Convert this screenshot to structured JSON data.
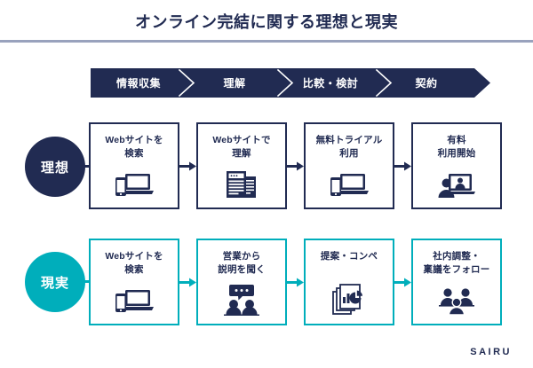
{
  "slide": {
    "title": "オンライン完結に関する理想と現実",
    "footer_logo": "SAIRU",
    "colors": {
      "navy": "#212b52",
      "teal": "#00aebb",
      "rule": "#99a2bd",
      "background": "#ffffff"
    }
  },
  "stages": {
    "items": [
      {
        "label": "情報収集"
      },
      {
        "label": "理解"
      },
      {
        "label": "比較・検討"
      },
      {
        "label": "契約"
      }
    ]
  },
  "rows": [
    {
      "key": "ideal",
      "badge": "理想",
      "accent": "#212b52",
      "steps": [
        {
          "label": "Webサイトを\n検索",
          "label_line1": "Webサイトを",
          "label_line2": "検索",
          "icon": "phone-laptop-icon"
        },
        {
          "label": "Webサイトで\n理解",
          "label_line1": "Webサイトで",
          "label_line2": "理解",
          "icon": "documents-icon"
        },
        {
          "label": "無料トライアル\n利用",
          "label_line1": "無料トライアル",
          "label_line2": "利用",
          "icon": "phone-laptop-icon"
        },
        {
          "label": "有料\n利用開始",
          "label_line1": "有料",
          "label_line2": "利用開始",
          "icon": "person-videocall-icon"
        }
      ]
    },
    {
      "key": "reality",
      "badge": "現実",
      "accent": "#00aebb",
      "steps": [
        {
          "label": "Webサイトを\n検索",
          "label_line1": "Webサイトを",
          "label_line2": "検索",
          "icon": "phone-laptop-icon"
        },
        {
          "label": "営業から\n説明を聞く",
          "label_line1": "営業から",
          "label_line2": "説明を聞く",
          "icon": "two-people-talking-icon"
        },
        {
          "label": "提案・コンペ",
          "label_line1": "提案・コンペ",
          "label_line2": "",
          "icon": "chart-documents-icon"
        },
        {
          "label": "社内調整・\n稟議をフォロー",
          "label_line1": "社内調整・",
          "label_line2": "稟議をフォロー",
          "icon": "three-people-icon"
        }
      ]
    }
  ]
}
